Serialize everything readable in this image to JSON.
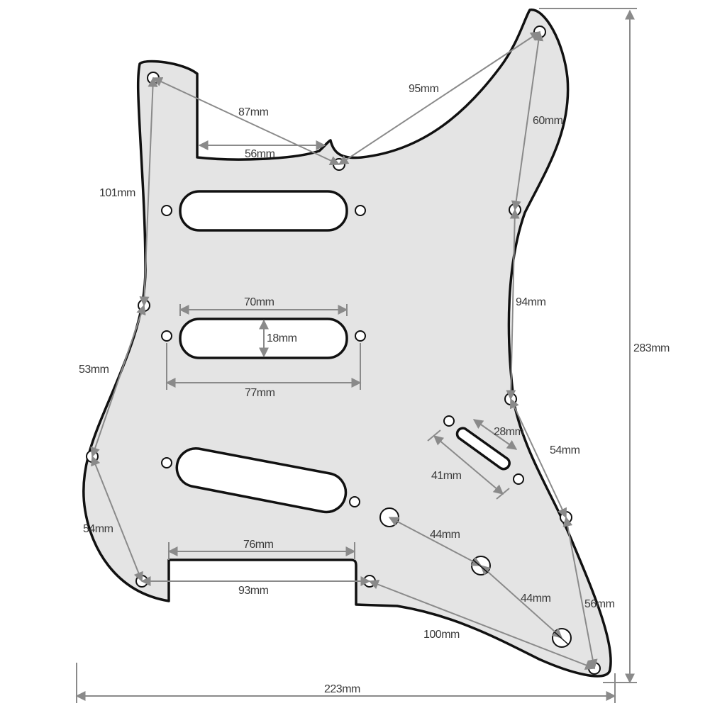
{
  "colors": {
    "pickguard_fill": "#e4e4e4",
    "outline": "#111111",
    "dimension_line": "#8a8a8a",
    "label_text": "#3a3a3a"
  },
  "dimensions": {
    "width_overall": "223mm",
    "height_overall": "283mm",
    "neck_pocket_width": "56mm",
    "upper_hole_to_center_hole": "87mm",
    "center_hole_to_horn_hole": "95mm",
    "horn_hole_to_right_hole": "60mm",
    "right_side_holes": "94mm",
    "right_hole_to_lower_right": "54mm",
    "lower_right_to_bottom": "56mm",
    "left_upper_holes": "101mm",
    "left_middle_holes": "53mm",
    "left_lower_holes": "54mm",
    "pickup_width": "70mm",
    "pickup_height": "18mm",
    "pickup_screw_spacing": "77mm",
    "cavity_width": "76mm",
    "bottom_holes": "93mm",
    "bottom_diagonal": "100mm",
    "switch_slot_length": "28mm",
    "switch_screw_spacing": "41mm",
    "control_knob_spacing_1": "44mm",
    "control_knob_spacing_2": "44mm"
  }
}
